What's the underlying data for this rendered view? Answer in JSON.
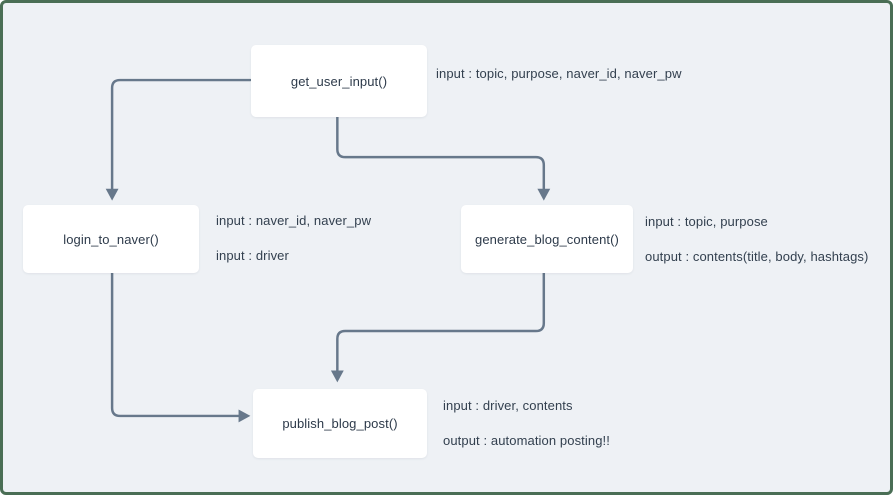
{
  "diagram": {
    "type": "flowchart",
    "nodes": [
      {
        "id": "get_user_input",
        "label": "get_user_input()"
      },
      {
        "id": "login_to_naver",
        "label": "login_to_naver()"
      },
      {
        "id": "generate_blog_content",
        "label": "generate_blog_content()"
      },
      {
        "id": "publish_blog_post",
        "label": "publish_blog_post()"
      }
    ],
    "annotations": [
      {
        "for": "get_user_input",
        "lines": [
          "input : topic, purpose, naver_id, naver_pw"
        ]
      },
      {
        "for": "login_to_naver",
        "lines": [
          "input : naver_id, naver_pw",
          "input : driver"
        ]
      },
      {
        "for": "generate_blog_content",
        "lines": [
          "input : topic, purpose",
          "output : contents(title, body, hashtags)"
        ]
      },
      {
        "for": "publish_blog_post",
        "lines": [
          "input : driver, contents",
          "output : automation posting!!"
        ]
      }
    ],
    "edges": [
      {
        "from": "get_user_input",
        "to": "login_to_naver"
      },
      {
        "from": "get_user_input",
        "to": "generate_blog_content"
      },
      {
        "from": "generate_blog_content",
        "to": "publish_blog_post"
      },
      {
        "from": "login_to_naver",
        "to": "publish_blog_post"
      }
    ],
    "colors": {
      "canvas_background": "#eef1f5",
      "frame_border": "#4a6e55",
      "node_background": "#ffffff",
      "connector": "#67788b",
      "text": "#2d3a4a"
    }
  }
}
